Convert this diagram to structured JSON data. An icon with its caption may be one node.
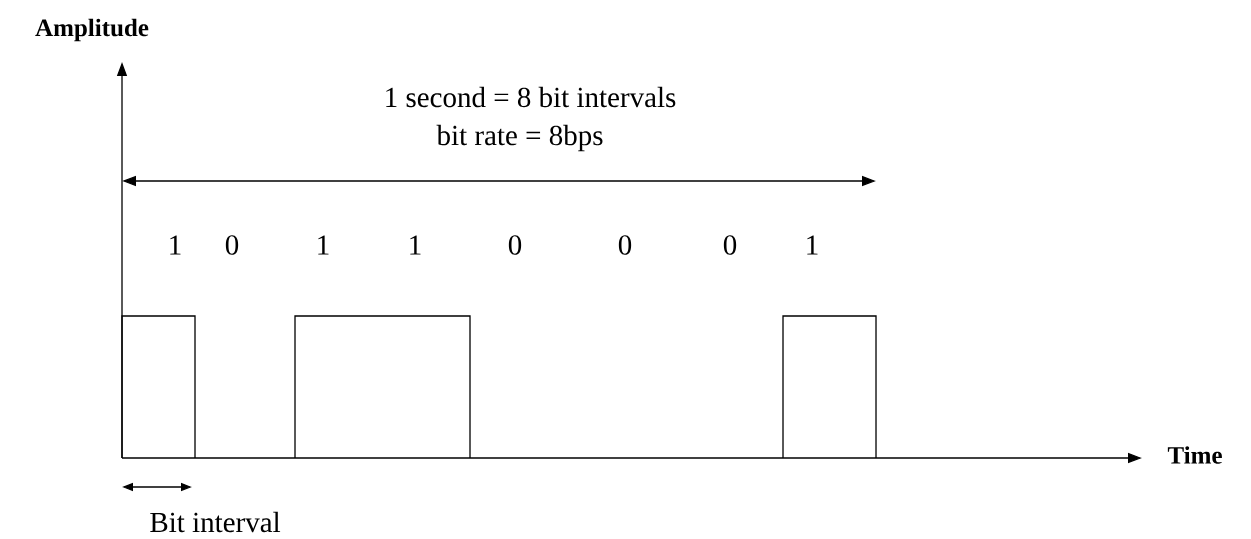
{
  "diagram": {
    "labels": [
      "Amplitude",
      "1 second = 8 bit intervals",
      "bit rate = 8bps",
      "1",
      "0",
      "1",
      "1",
      "0",
      "0",
      "0",
      "1",
      "Time",
      "Bit interval"
    ]
  }
}
